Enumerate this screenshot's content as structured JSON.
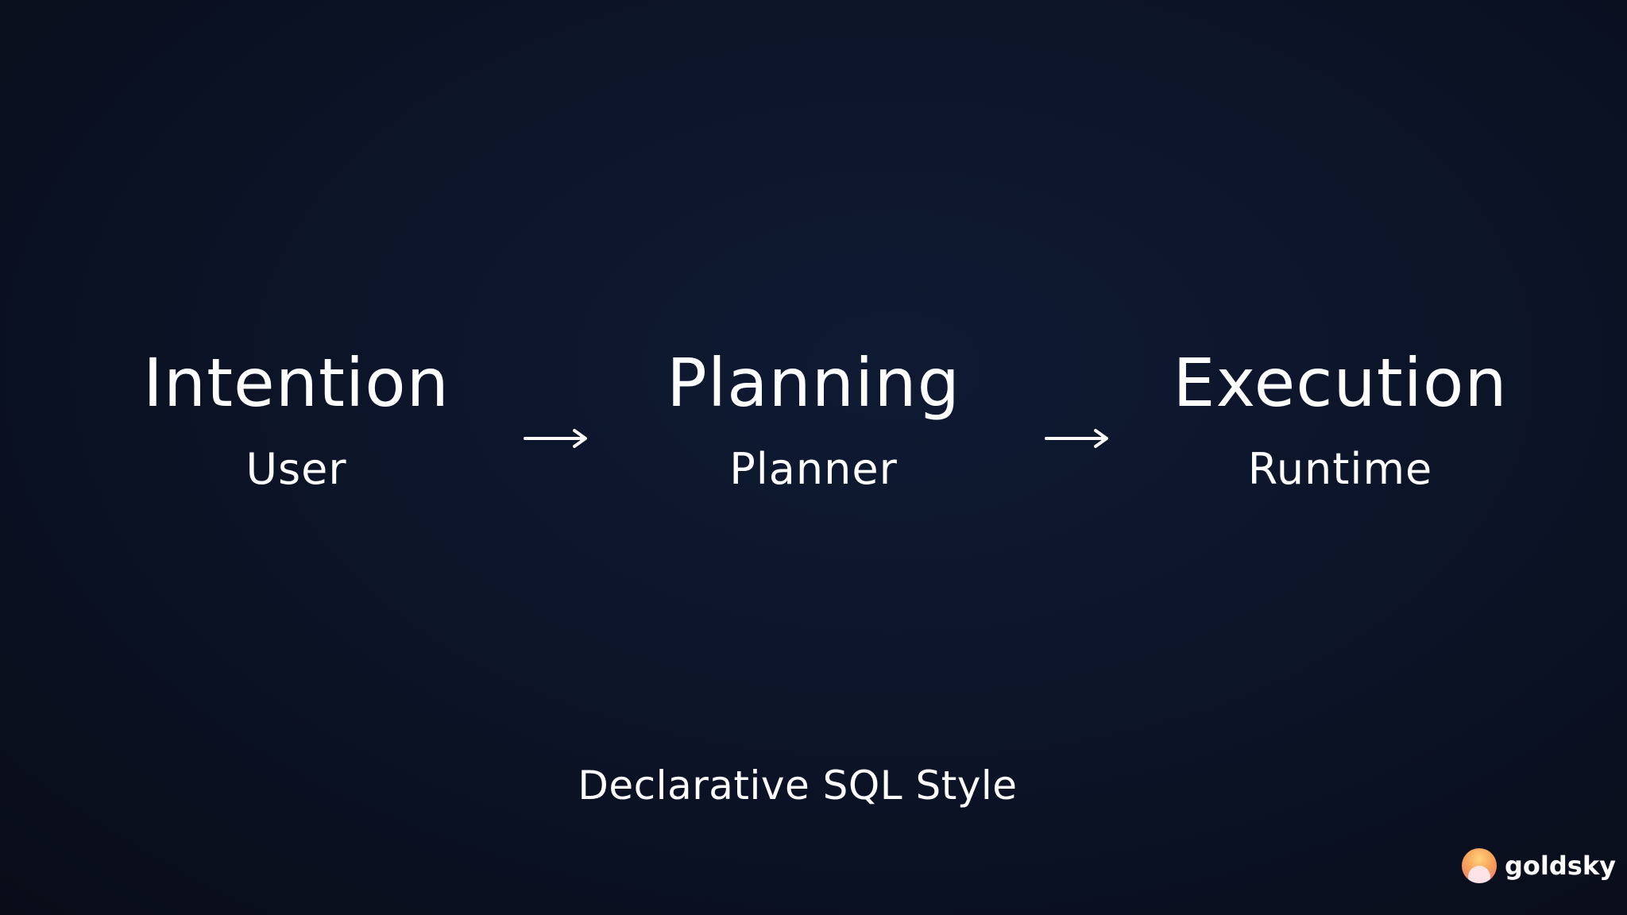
{
  "stages": [
    {
      "title": "Intention",
      "actor": "User"
    },
    {
      "title": "Planning",
      "actor": "Planner"
    },
    {
      "title": "Execution",
      "actor": "Runtime"
    }
  ],
  "arrow_glyph": "→",
  "caption": "Declarative SQL Style",
  "brand": {
    "name": "goldsky",
    "logo_icon": "goldsky-sun-logo-icon"
  },
  "colors": {
    "background": "#0c1428",
    "text": "#ffffff",
    "logo_gradient_top": "#ffd27a",
    "logo_gradient_bottom": "#ee6f7a"
  }
}
